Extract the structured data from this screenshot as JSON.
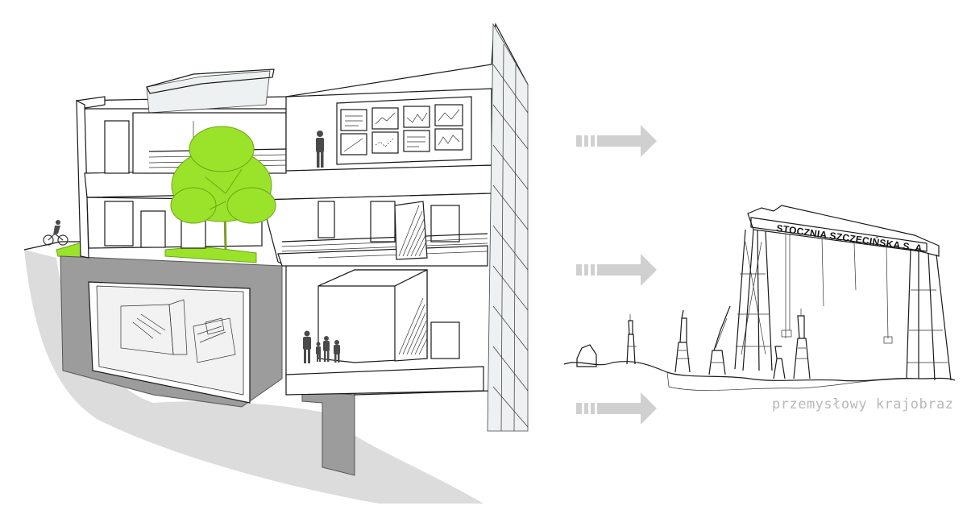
{
  "gantry": {
    "sign_text": "STOCZNIA SZCZECIŃSKA S. A."
  },
  "caption": {
    "text": "przemysłowy krajobraz"
  },
  "colors": {
    "vegetation": "#9be22a",
    "concrete": "#9c9c9c",
    "shadow": "#dcdcdc",
    "arrow": "#d0d0d0",
    "caption": "#b8b8b8"
  },
  "arrows": {
    "count": 3,
    "direction": "right"
  },
  "icons": [
    "tree-icon",
    "person-icon",
    "cyclist-icon",
    "crane-icon",
    "chart-board-icon"
  ]
}
